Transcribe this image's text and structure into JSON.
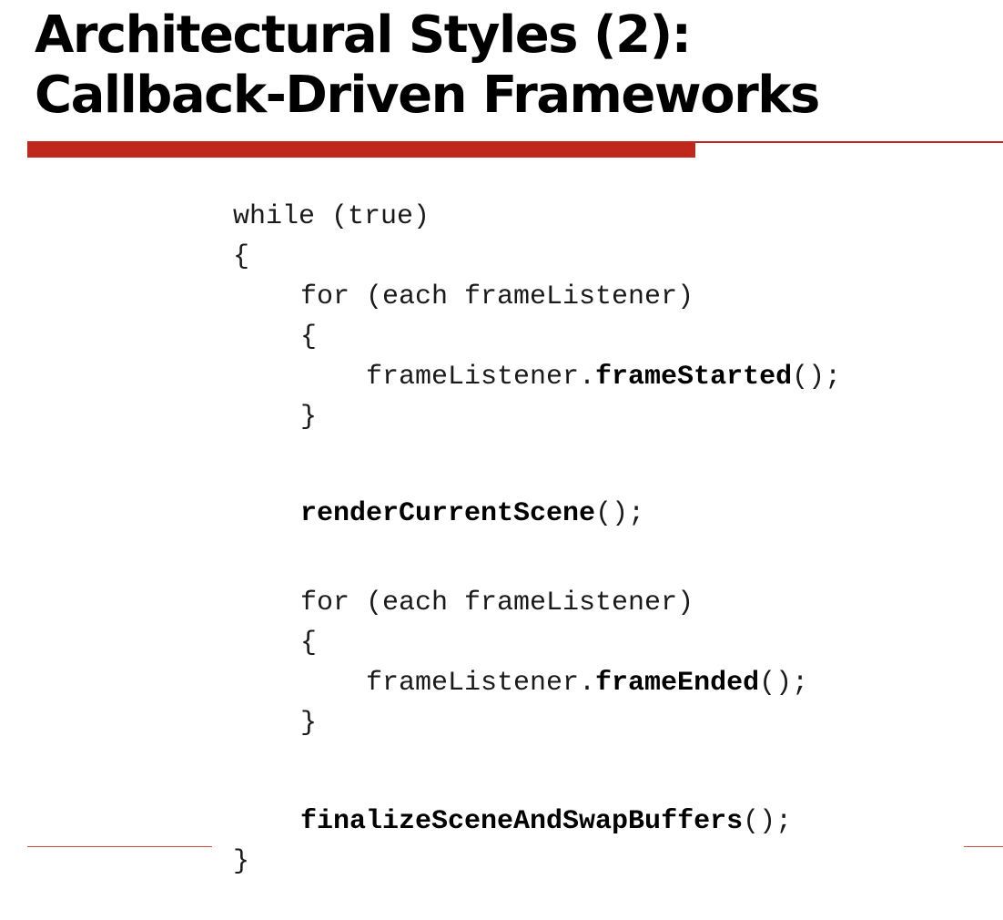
{
  "slide": {
    "title_line1": "Architectural Styles (2):",
    "title_line2": "Callback-Driven Frameworks"
  },
  "code": {
    "while_stmt": "while (true)",
    "brace_open_outer": "{",
    "for1_stmt": "for (each frameListener)",
    "for1_brace_open": "{",
    "call1_receiver": "frameListener.",
    "call1_method": "frameStarted",
    "call1_args": "();",
    "for1_brace_close": "}",
    "render_method": "renderCurrentScene",
    "render_args": "();",
    "for2_stmt": "for (each frameListener)",
    "for2_brace_open": "{",
    "call2_receiver": "frameListener.",
    "call2_method": "frameEnded",
    "call2_args": "();",
    "for2_brace_close": "}",
    "finalize_method": "finalizeSceneAndSwapBuffers",
    "finalize_args": "();",
    "brace_close_outer": "}"
  },
  "colors": {
    "accent_rule": "#c0281e",
    "title_text": "#000000",
    "code_text": "#1a1a1a"
  }
}
